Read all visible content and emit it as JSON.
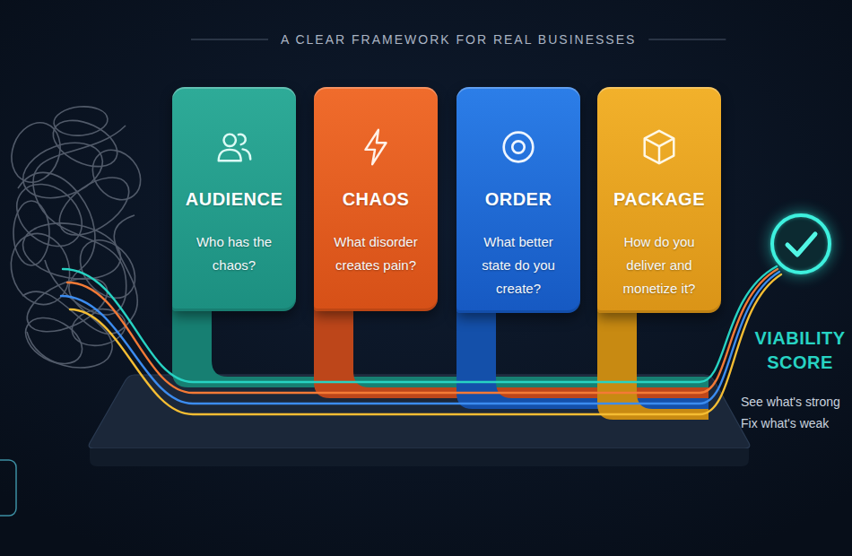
{
  "diagram": {
    "title": "A CLEAR FRAMEWORK FOR REAL BUSINESSES",
    "nodes": [
      {
        "text": [
          "AUDIENCE",
          "Who has the chaos?"
        ]
      },
      {
        "text": [
          "CHAOS",
          "What disorder creates pain?"
        ]
      },
      {
        "text": [
          "ORDER",
          "What better state do you create?"
        ]
      },
      {
        "text": [
          "PACKAGE",
          "How do you deliver and monetize it?"
        ]
      }
    ],
    "labels": [
      "VIABILITY SCORE",
      "See what's strong Fix what's weak"
    ]
  }
}
